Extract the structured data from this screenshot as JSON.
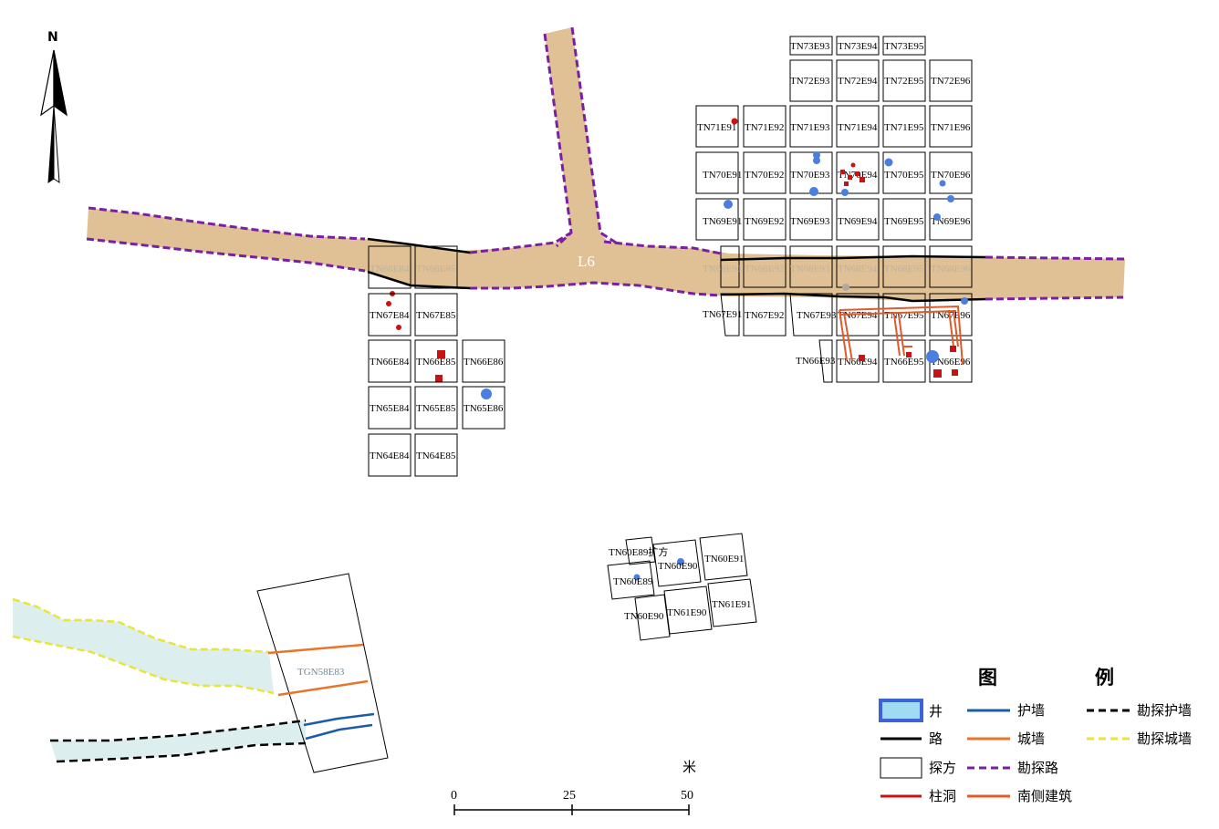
{
  "map": {
    "north_label": "N",
    "road_label": "L6",
    "colors": {
      "road_fill": "#dfc195",
      "survey_road": "#7b1fa2",
      "road_line": "#000000",
      "city_wall": "#e8742a",
      "guard_wall": "#1a5ca8",
      "survey_city_wall": "#e6e63a",
      "survey_guard_wall": "#000000",
      "posthole": "#cc1111",
      "south_building": "#e05a2a",
      "well": "#4a7fe0",
      "water_area": "#dcefee"
    },
    "grid_north": {
      "row73": [
        "TN73E93",
        "TN73E94",
        "TN73E95"
      ],
      "row72": [
        "TN72E93",
        "TN72E94",
        "TN72E95",
        "TN72E96"
      ],
      "row71": [
        "TN71E91",
        "TN71E92",
        "TN71E93",
        "TN71E94",
        "TN71E95",
        "TN71E96"
      ],
      "row70": [
        "TN70E91",
        "TN70E92",
        "TN70E93",
        "TN70E94",
        "TN70E95",
        "TN70E96"
      ],
      "row69": [
        "TN69E91",
        "TN69E92",
        "TN69E93",
        "TN69E94",
        "TN69E95",
        "TN69E96"
      ],
      "row68": [
        "TN68E91",
        "TN68E92",
        "TN68E93",
        "TN68E94",
        "TN68E95",
        "TN68E96"
      ],
      "row67": [
        "TN67E91",
        "TN67E92",
        "TN67E93",
        "TN67E94",
        "TN67E95",
        "TN67E96"
      ],
      "row66": [
        "TN66E93",
        "TN66E94",
        "TN66E95",
        "TN66E96"
      ]
    },
    "grid_west": {
      "row68": [
        "TN68E84",
        "TN68E85"
      ],
      "row67": [
        "TN67E84",
        "TN67E85"
      ],
      "row66": [
        "TN66E84",
        "TN66E85",
        "TN66E86"
      ],
      "row65": [
        "TN65E84",
        "TN65E85",
        "TN65E86"
      ],
      "row64": [
        "TN64E84",
        "TN64E85"
      ]
    },
    "grid_south": [
      "TN60E89扩方",
      "TN60E89",
      "TN60E90",
      "TN60E91",
      "TN60E90",
      "TN61E90",
      "TN61E91"
    ],
    "trench": "TGN58E83"
  },
  "legend": {
    "title_left": "图",
    "title_right": "例",
    "items": {
      "well": "井",
      "road": "路",
      "pit": "探方",
      "posthole": "柱洞",
      "guard_wall": "护墙",
      "city_wall": "城墙",
      "survey_road": "勘探路",
      "south_building": "南侧建筑",
      "survey_guard_wall": "勘探护墙",
      "survey_city_wall": "勘探城墙"
    }
  },
  "scale": {
    "unit": "米",
    "ticks": [
      "0",
      "25",
      "50"
    ]
  }
}
